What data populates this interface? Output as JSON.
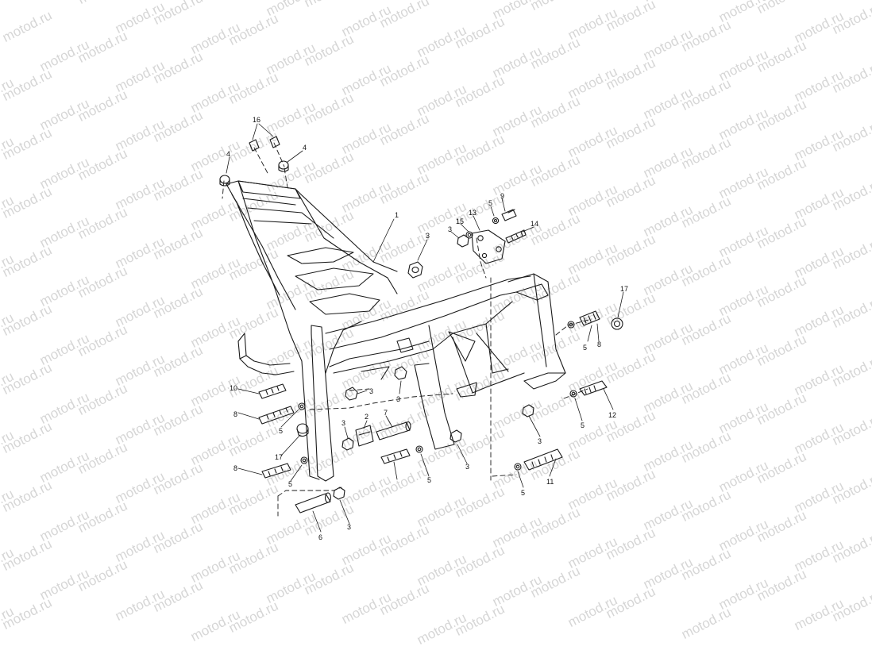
{
  "watermark": {
    "text": "motod.ru"
  },
  "callouts": {
    "c1": "1",
    "c2": "2",
    "c3": "3",
    "c4": "4",
    "c5": "5",
    "c6": "6",
    "c7": "7",
    "c8": "8",
    "c9": "9",
    "c10": "10",
    "c11": "11",
    "c12": "12",
    "c13": "13",
    "c14": "14",
    "c15": "15",
    "c16": "16",
    "c17": "17"
  },
  "colors": {
    "line": "#1a1a1a",
    "watermark": "#d6d6d6",
    "background": "#ffffff"
  }
}
